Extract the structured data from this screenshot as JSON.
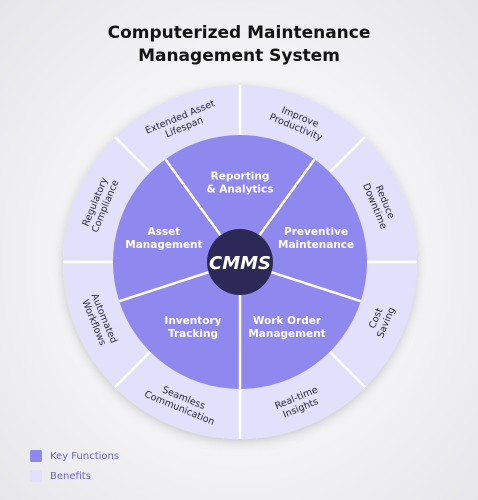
{
  "title_line1": "Computerized Maintenance",
  "title_line2": "Management System",
  "center_label": "CMMS",
  "key_functions": [
    [
      "Reporting",
      "& Analytics"
    ],
    [
      "Preventive",
      "Maintenance"
    ],
    [
      "Work Order",
      "Management"
    ],
    [
      "Inventory",
      "Tracking"
    ],
    [
      "Asset",
      "Management"
    ]
  ],
  "benefits": [
    [
      "Improve",
      "Productivity"
    ],
    [
      "Reduce",
      "Downtime"
    ],
    [
      "Cost",
      "Saving"
    ],
    [
      "Real-time",
      "Insights"
    ],
    [
      "Seamless",
      "Communication"
    ],
    [
      "Automated",
      "Workflows"
    ],
    [
      "Regulatory",
      "Compliance"
    ],
    [
      "Extended Asset",
      "Lifespan"
    ]
  ],
  "legend": {
    "key_functions_label": "Key Functions",
    "benefits_label": "Benefits"
  },
  "colors": {
    "inner_ring": "#8f88ef",
    "outer_ring": "#e2e0fb",
    "center": "#2c2957",
    "legend_text": "#6a63d8"
  }
}
